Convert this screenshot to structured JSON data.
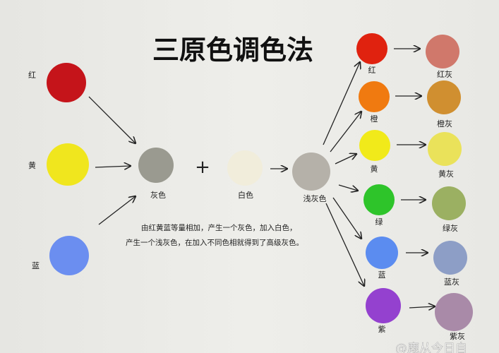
{
  "title": "三原色调色法",
  "primaries": [
    {
      "label": "红",
      "color": "#c5141a"
    },
    {
      "label": "黄",
      "color": "#f0e61e"
    },
    {
      "label": "蓝",
      "color": "#6b8ef0"
    }
  ],
  "mix": [
    {
      "label": "灰色",
      "color": "#9a9a90"
    },
    {
      "label": "白色",
      "color": "#f1eddb"
    },
    {
      "label": "浅灰色",
      "color": "#b5b1a9"
    }
  ],
  "plus_sign": "+",
  "hues": [
    {
      "label": "红",
      "color": "#e0220f",
      "grey_label": "红灰",
      "grey_color": "#d0786b"
    },
    {
      "label": "橙",
      "color": "#f07a10",
      "grey_label": "橙灰",
      "grey_color": "#d08f30"
    },
    {
      "label": "黄",
      "color": "#f1ea1a",
      "grey_label": "黄灰",
      "grey_color": "#eae25a"
    },
    {
      "label": "绿",
      "color": "#2ec42a",
      "grey_label": "绿灰",
      "grey_color": "#9bb062"
    },
    {
      "label": "蓝",
      "color": "#5b8cf0",
      "grey_label": "蓝灰",
      "grey_color": "#8d9ec6"
    },
    {
      "label": "紫",
      "color": "#9441cf",
      "grey_label": "紫灰",
      "grey_color": "#a98aa8"
    }
  ],
  "note": {
    "line1": "由红黄蓝等量相加，产生一个灰色，加入白色，",
    "line2": "产生一个浅灰色，在加入不同色相就得到了高级灰色。"
  },
  "watermark": "@鹿从今日自"
}
